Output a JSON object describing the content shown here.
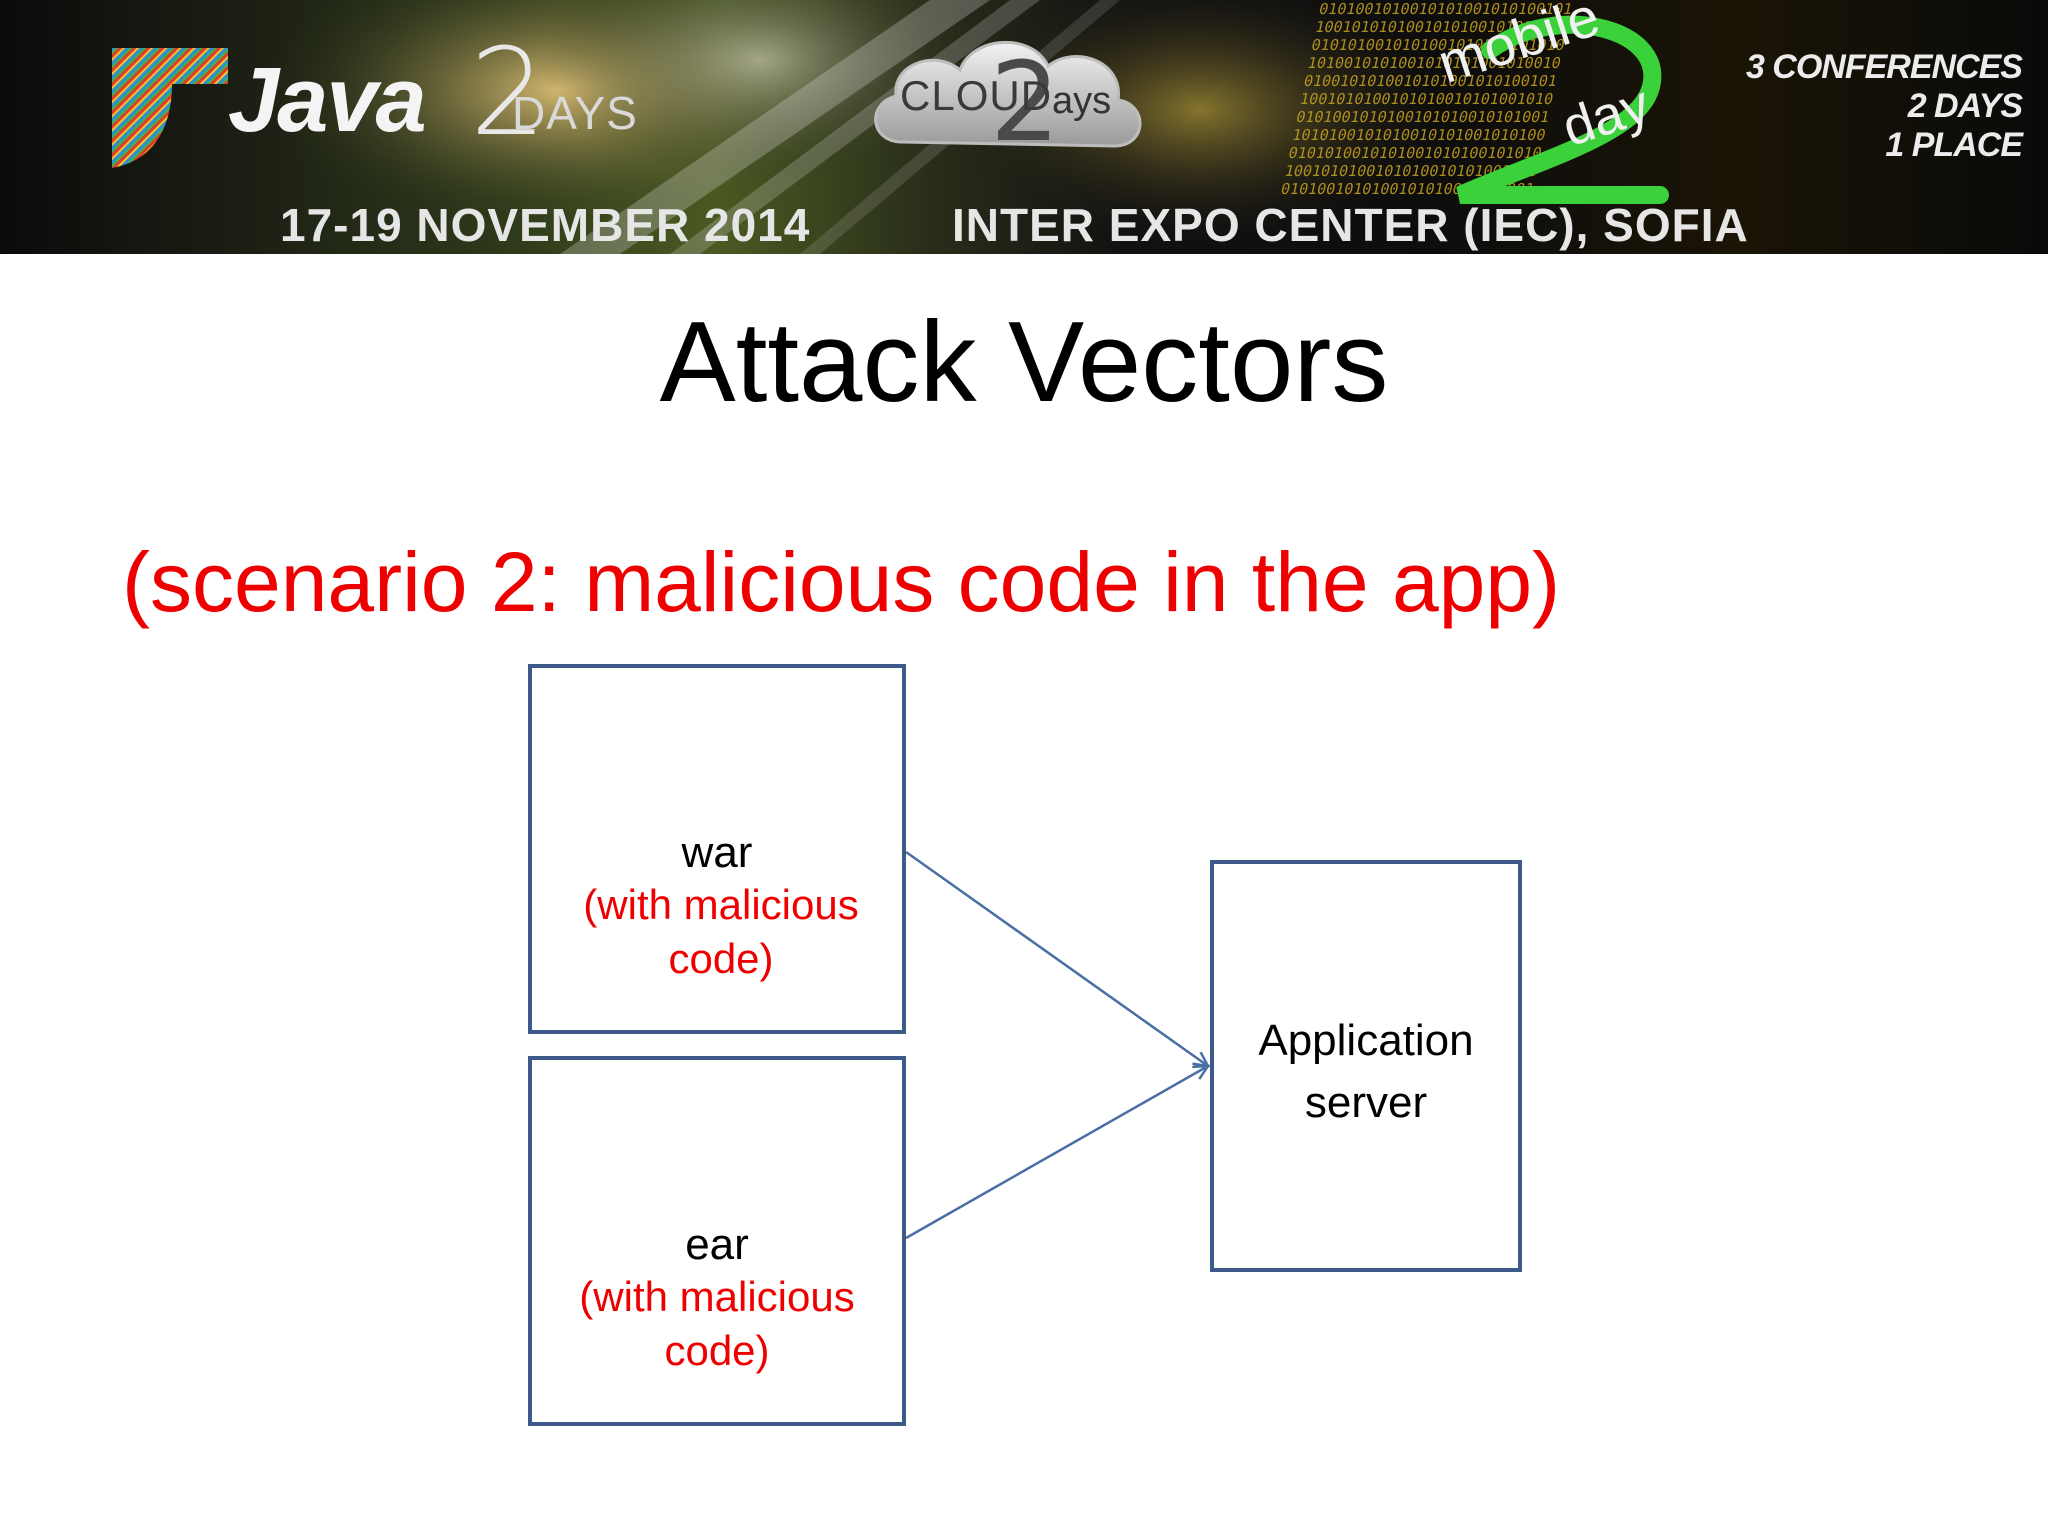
{
  "banner": {
    "logo_name": "Java",
    "logo_days": "DAYS",
    "cloud_label": "CLOUD",
    "cloud_ays": "ays",
    "mobile_text": "mobile",
    "day_text": "day",
    "taglines": [
      "3 CONFERENCES",
      "2 DAYS",
      "1 PLACE"
    ],
    "date": "17-19 NOVEMBER 2014",
    "venue": "INTER EXPO CENTER (IEC), SOFIA"
  },
  "slide": {
    "title": "Attack Vectors",
    "subtitle": "(scenario 2: malicious code in the app)"
  },
  "diagram": {
    "war": {
      "name": "war",
      "note_line1": "(with malicious",
      "note_line2": "code)"
    },
    "ear": {
      "name": "ear",
      "note_line1": "(with malicious",
      "note_line2": "code)"
    },
    "app": {
      "line1": "Application",
      "line2": "server"
    }
  },
  "colors": {
    "subtitle": "#ee0000",
    "box_border": "#3d5a8a",
    "arrow": "#4a6fa5"
  }
}
